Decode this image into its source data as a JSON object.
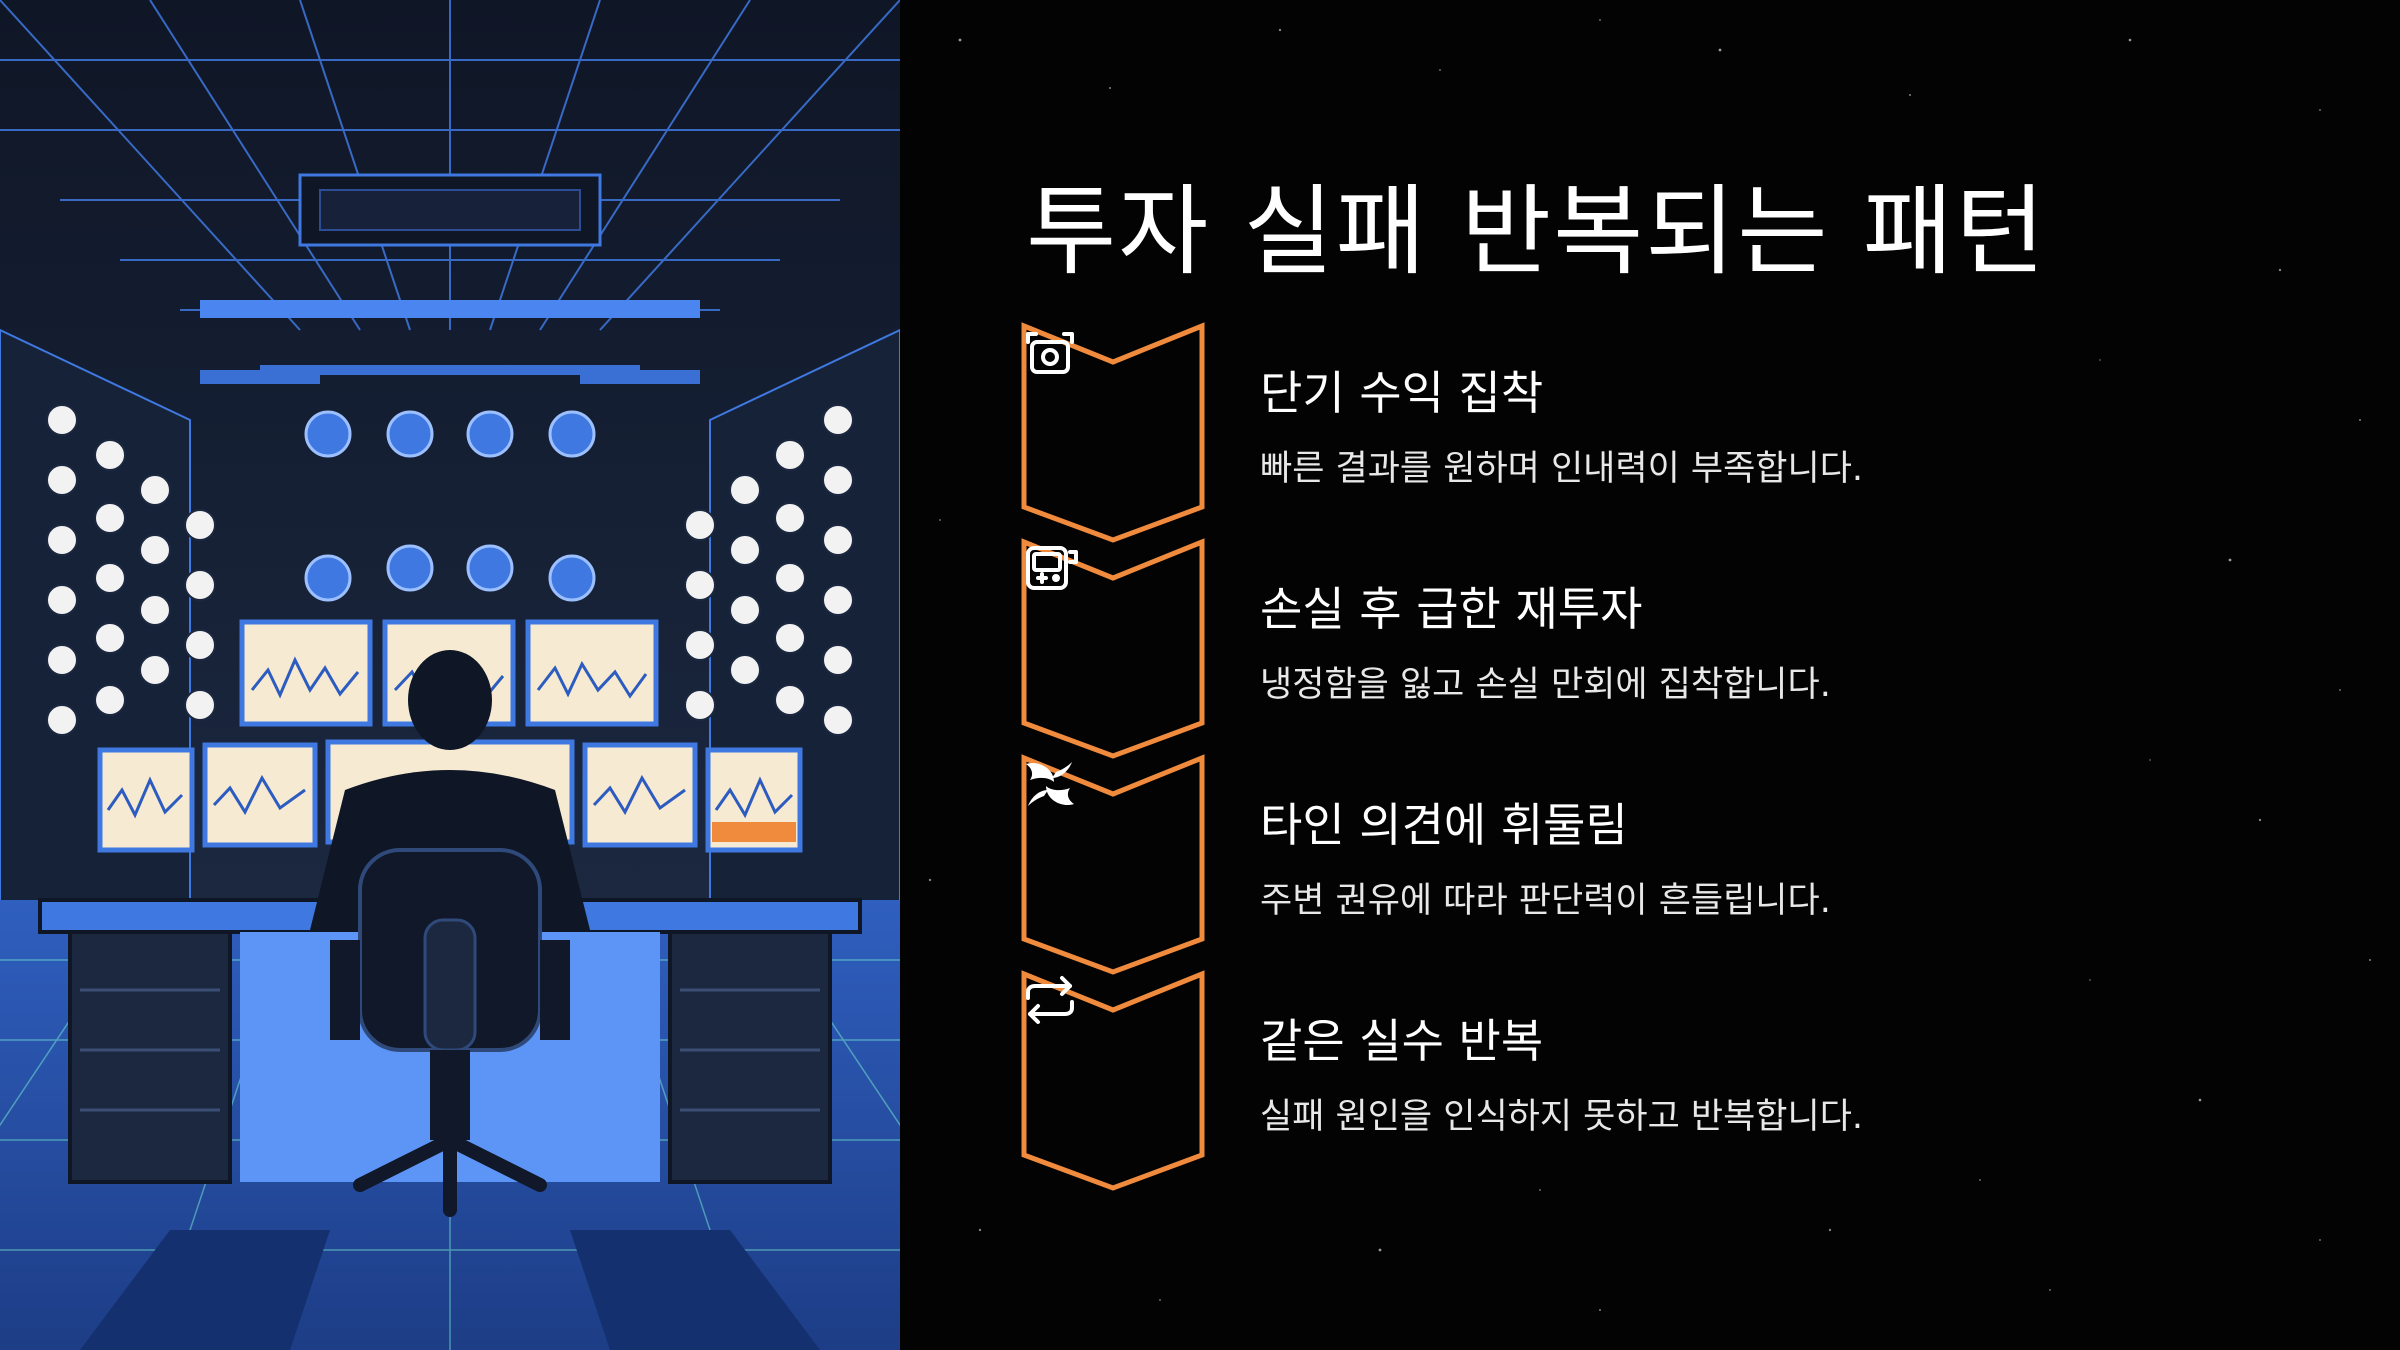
{
  "slide": {
    "title": "투자 실패 반복되는 패턴"
  },
  "patterns": [
    {
      "title": "단기 수익 집착",
      "description": "빠른 결과를 원하며 인내력이 부족합니다.",
      "icon": "camera-frame-icon"
    },
    {
      "title": "손실 후 급한 재투자",
      "description": "냉정함을 잃고 손실 만회에 집착합니다.",
      "icon": "game-device-icon"
    },
    {
      "title": "타인 의견에 휘둘림",
      "description": "주변 권유에 따라 판단력이 흔들립니다.",
      "icon": "swirl-icon"
    },
    {
      "title": "같은 실수 반복",
      "description": "실패 원인을 인식하지 못하고 반복합니다.",
      "icon": "repeat-arrows-icon"
    }
  ],
  "colors": {
    "accent": "#f08a3c",
    "background": "#030303",
    "title_text": "#ffffff",
    "body_text": "#e8e8e8",
    "illustration_blue": "#3f78e0",
    "illustration_dark": "#121826"
  }
}
